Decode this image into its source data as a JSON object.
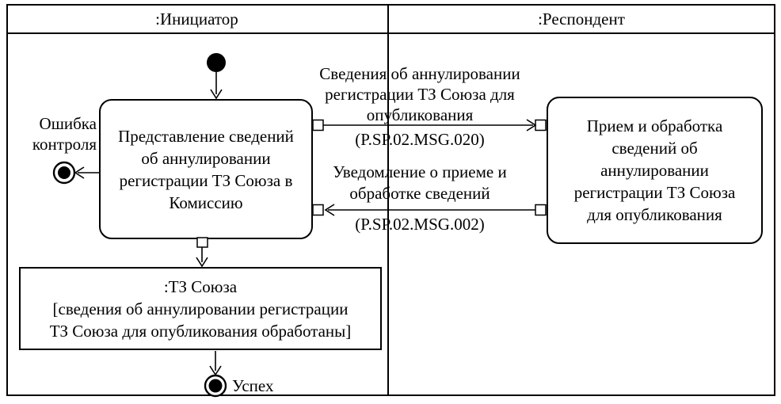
{
  "lanes": [
    {
      "title": ":Инициатор"
    },
    {
      "title": ":Респондент"
    }
  ],
  "nodes": {
    "activity_initiator": {
      "text": "Представление сведений\nоб аннулировании\nрегистрации ТЗ Союза в\nКомиссию"
    },
    "activity_respondent": {
      "text": "Прием и обработка\nсведений об\nаннулировании\nрегистрации ТЗ Союза\nдля опубликования"
    },
    "object_node": {
      "text": ":ТЗ Союза\n[сведения об аннулировании регистрации\nТЗ Союза для опубликования обработаны]"
    },
    "error_final": {
      "label": "Ошибка\nконтроля"
    },
    "success_final": {
      "label": "Успех"
    }
  },
  "messages": [
    {
      "label": "Сведения об аннулировании\nрегистрации ТЗ Союза для\nопубликования",
      "code": "(P.SP.02.MSG.020)"
    },
    {
      "label": "Уведомление о приеме и\nобработке сведений",
      "code": "(P.SP.02.MSG.002)"
    }
  ],
  "colors": {
    "stroke": "#000000",
    "background": "#ffffff"
  }
}
